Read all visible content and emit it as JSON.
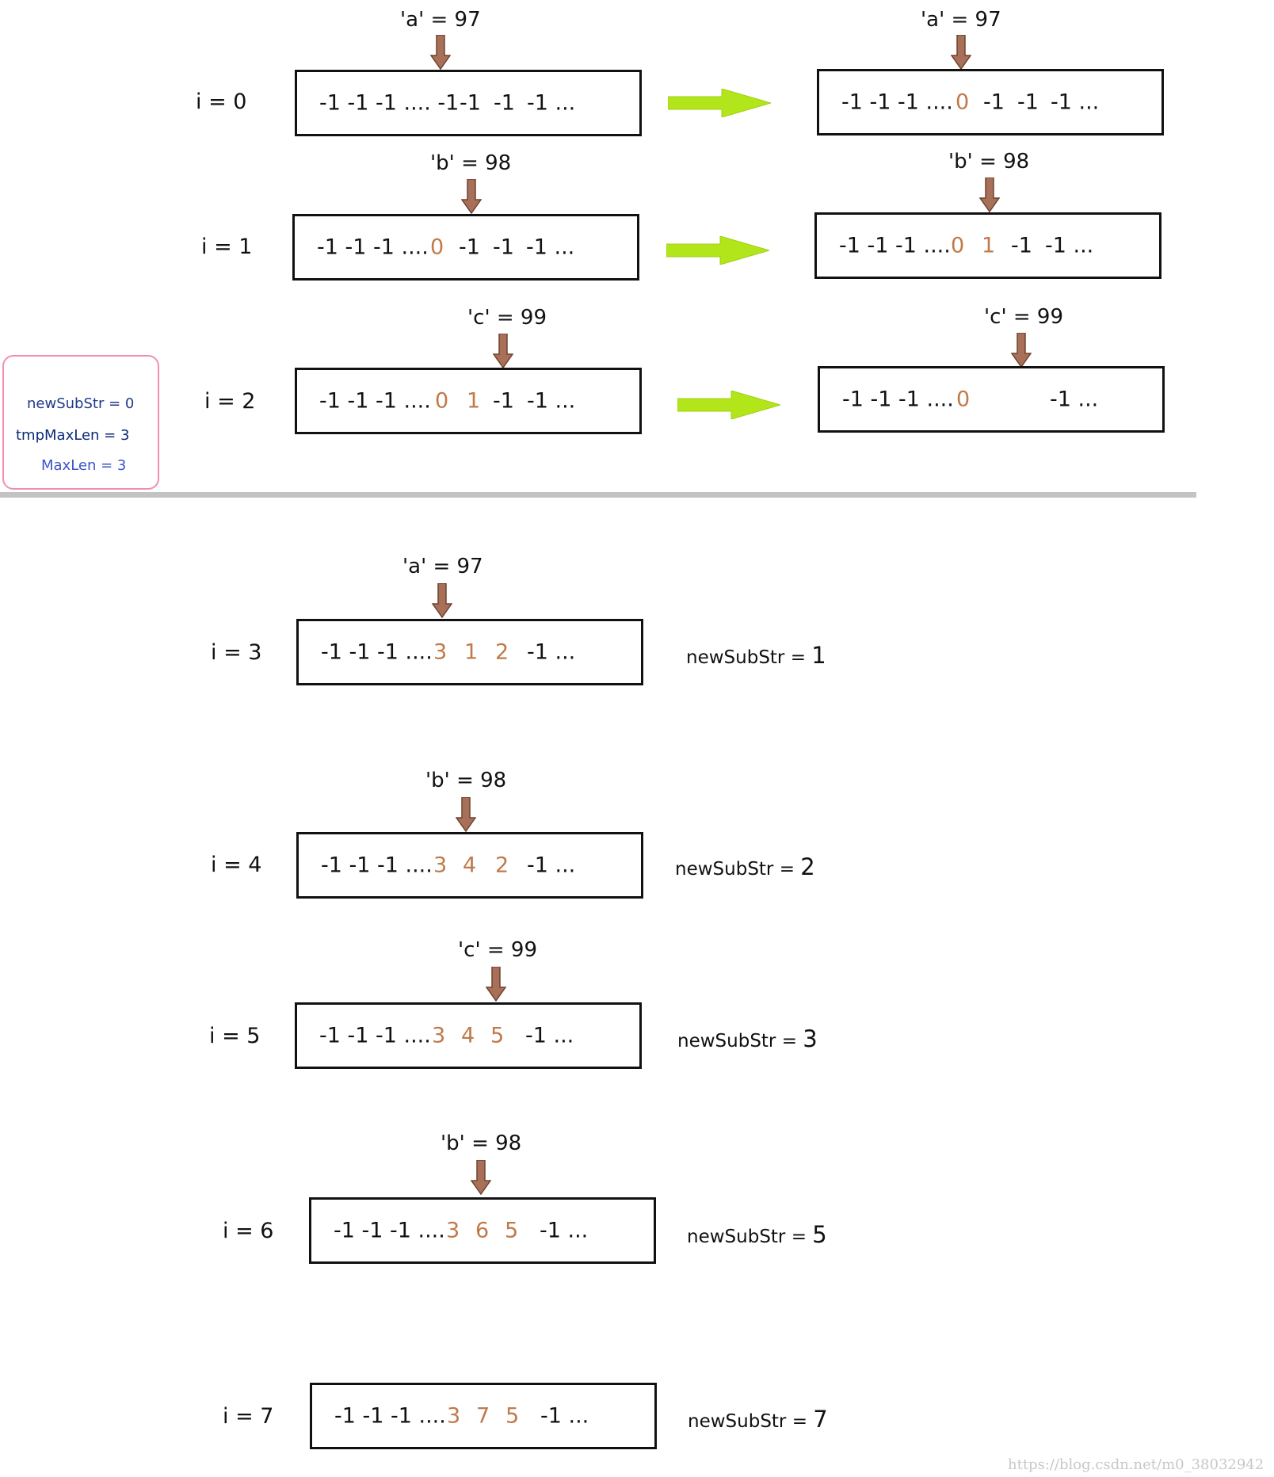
{
  "colors": {
    "text": "#111111",
    "highlight": "#c07a4a",
    "arrow_down_fill": "#a87058",
    "arrow_down_stroke": "#6e4330",
    "arrow_right": "#b2e61a",
    "divider": "#c3c3c3",
    "stats_border": "#f28fb0",
    "stat_newSubStr": "#1f3a8a",
    "stat_tmpMaxLen": "#0b2a7a",
    "stat_MaxLen": "#3b54c8"
  },
  "stats": {
    "newSubStr": "newSubStr = 0",
    "tmpMaxLen": "tmpMaxLen = 3",
    "MaxLen": "MaxLen = 3"
  },
  "top_rows": [
    {
      "i_label": "i  = 0",
      "char_left": "'a' = 97",
      "char_right": "'a' = 97",
      "left_cells": [
        {
          "text": "-1 -1 -1 .... -1",
          "hl": false
        },
        {
          "text": "-1",
          "hl": false
        },
        {
          "text": "-1",
          "hl": false
        },
        {
          "text": "-1 ...",
          "hl": false
        }
      ],
      "right_cells": [
        {
          "text": "-1 -1 -1 ....",
          "hl": false
        },
        {
          "text": "0",
          "hl": true
        },
        {
          "text": "-1",
          "hl": false
        },
        {
          "text": "-1",
          "hl": false
        },
        {
          "text": "-1 ...",
          "hl": false
        }
      ]
    },
    {
      "i_label": "i  = 1",
      "char_left": "'b' = 98",
      "char_right": "'b' = 98",
      "left_cells": [
        {
          "text": "-1 -1 -1 ....",
          "hl": false
        },
        {
          "text": "0",
          "hl": true
        },
        {
          "text": "-1",
          "hl": false
        },
        {
          "text": "-1",
          "hl": false
        },
        {
          "text": "-1 ...",
          "hl": false
        }
      ],
      "right_cells": [
        {
          "text": "-1 -1 -1 ....",
          "hl": false
        },
        {
          "text": "0",
          "hl": true
        },
        {
          "text": "1",
          "hl": true
        },
        {
          "text": "-1",
          "hl": false
        },
        {
          "text": "-1 ...",
          "hl": false
        }
      ]
    },
    {
      "i_label": "i  = 2",
      "char_left": "'c' = 99",
      "char_right": "'c' = 99",
      "left_cells": [
        {
          "text": "-1 -1 -1 ....",
          "hl": false
        },
        {
          "text": "0",
          "hl": true
        },
        {
          "text": "1",
          "hl": true
        },
        {
          "text": "-1",
          "hl": false
        },
        {
          "text": "-1 ...",
          "hl": false
        }
      ],
      "right_cells": [
        {
          "text": "-1 -1 -1 ....",
          "hl": false
        },
        {
          "text": "0",
          "hl": true
        },
        {
          "text": "-1 ...",
          "hl": false
        }
      ]
    }
  ],
  "bottom_rows": [
    {
      "i_label": "i  = 3",
      "char_label": "'a' = 97",
      "newSubStr_text": "newSubStr =",
      "newSubStr_value": "1",
      "cells": [
        {
          "text": "-1 -1 -1 ....",
          "hl": false
        },
        {
          "text": "3",
          "hl": true
        },
        {
          "text": "1",
          "hl": true
        },
        {
          "text": "2",
          "hl": true
        },
        {
          "text": "-1 ...",
          "hl": false
        }
      ]
    },
    {
      "i_label": "i  = 4",
      "char_label": "'b' = 98",
      "newSubStr_text": "newSubStr =",
      "newSubStr_value": "2",
      "cells": [
        {
          "text": "-1 -1 -1 ....",
          "hl": false
        },
        {
          "text": "3",
          "hl": true
        },
        {
          "text": "4",
          "hl": true
        },
        {
          "text": "2",
          "hl": true
        },
        {
          "text": "-1 ...",
          "hl": false
        }
      ]
    },
    {
      "i_label": "i  = 5",
      "char_label": "'c' = 99",
      "newSubStr_text": "newSubStr =",
      "newSubStr_value": "3",
      "cells": [
        {
          "text": "-1 -1 -1 ....",
          "hl": false
        },
        {
          "text": "3",
          "hl": true
        },
        {
          "text": "4",
          "hl": true
        },
        {
          "text": "5",
          "hl": true
        },
        {
          "text": "-1 ...",
          "hl": false
        }
      ]
    },
    {
      "i_label": "i  =  6",
      "char_label": "'b' = 98",
      "newSubStr_text": "newSubStr =",
      "newSubStr_value": "5",
      "cells": [
        {
          "text": "-1 -1 -1 ....",
          "hl": false
        },
        {
          "text": "3",
          "hl": true
        },
        {
          "text": "6",
          "hl": true
        },
        {
          "text": "5",
          "hl": true
        },
        {
          "text": "-1 ...",
          "hl": false
        }
      ]
    },
    {
      "i_label": "i  =  7",
      "char_label": "",
      "newSubStr_text": "newSubStr =",
      "newSubStr_value": "7",
      "cells": [
        {
          "text": "-1 -1 -1 ....",
          "hl": false
        },
        {
          "text": "3",
          "hl": true
        },
        {
          "text": "7",
          "hl": true
        },
        {
          "text": "5",
          "hl": true
        },
        {
          "text": "-1 ...",
          "hl": false
        }
      ]
    }
  ],
  "watermark": "https://blog.csdn.net/m0_38032942"
}
